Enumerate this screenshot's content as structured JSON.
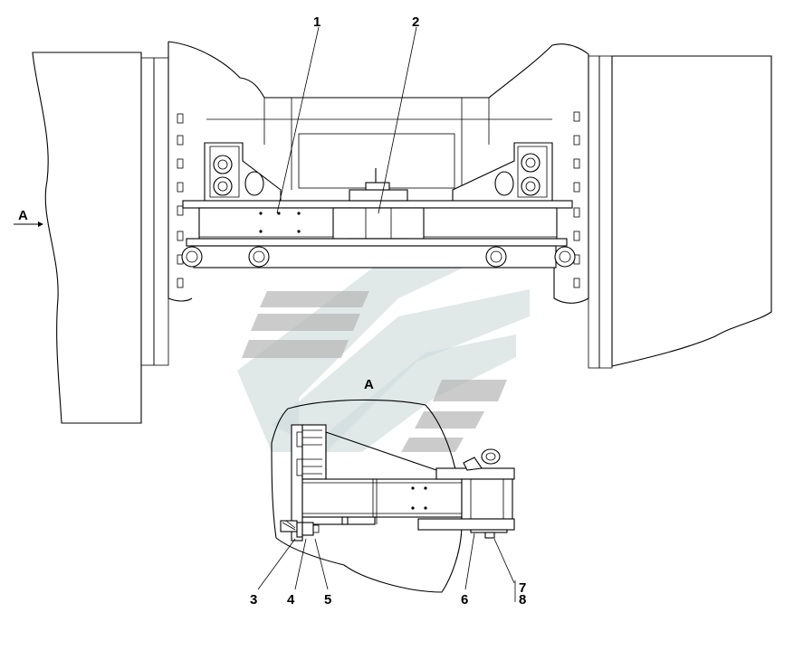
{
  "view_label": "A",
  "arrow_label": "A",
  "callouts": [
    "1",
    "2",
    "3",
    "4",
    "5",
    "6",
    "7",
    "8"
  ],
  "colors": {
    "line": "#000000",
    "background": "#ffffff",
    "watermark_gray": "#b9b9b9",
    "watermark_teal": "#cfdcdc"
  }
}
